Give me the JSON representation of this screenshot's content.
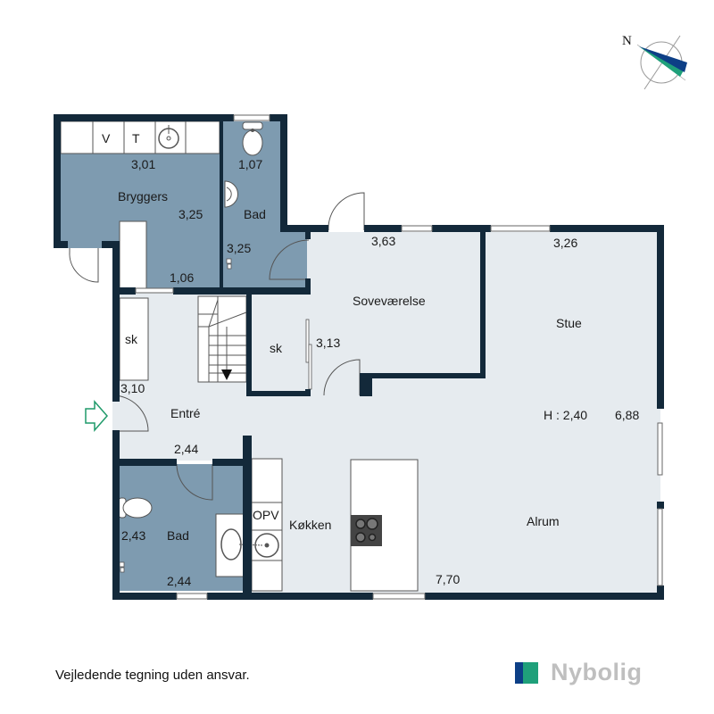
{
  "plan": {
    "colors": {
      "wall": "#13293a",
      "wet_room": "#7e9bb0",
      "dry_room": "#e6ebef",
      "fixture_fill": "#ffffff",
      "line": "#555555",
      "entry_arrow": "#1f9a6a"
    },
    "rooms": [
      {
        "name": "Bryggers",
        "dims": [
          "3,01",
          "3,25",
          "1,06"
        ]
      },
      {
        "name": "Bad",
        "dims": [
          "1,07",
          "3,25"
        ]
      },
      {
        "name": "Soveværelse",
        "dims": [
          "3,63",
          "3,13"
        ]
      },
      {
        "name": "Stue",
        "dims": [
          "3,26",
          "6,88"
        ]
      },
      {
        "name": "Entré",
        "dims": [
          "3,10",
          "2,44"
        ]
      },
      {
        "name": "Bad",
        "dims": [
          "2,43",
          "2,44"
        ]
      },
      {
        "name": "Køkken",
        "dims": []
      },
      {
        "name": "Alrum",
        "dims": [
          "7,70"
        ]
      }
    ],
    "labels": {
      "bryggers": "Bryggers",
      "bryggers_w": "3,01",
      "bryggers_h": "3,25",
      "bryggers_d": "1,06",
      "bad1": "Bad",
      "bad1_w": "1,07",
      "bad1_h": "3,25",
      "sovevaerelse": "Soveværelse",
      "sove_w": "3,63",
      "sove_h": "3,13",
      "stue": "Stue",
      "stue_w": "3,26",
      "height": "H : 2,40",
      "stue_h": "6,88",
      "entre": "Entré",
      "entre_w": "3,10",
      "entre_d": "2,44",
      "bad2": "Bad",
      "bad2_h": "2,43",
      "bad2_w": "2,44",
      "koekken": "Køkken",
      "alrum": "Alrum",
      "alrum_w": "7,70",
      "sk1": "sk",
      "sk2": "sk",
      "opv": "OPV",
      "v": "V",
      "t": "T"
    },
    "compass": {
      "label": "N",
      "needle_dark": "#0d3f86",
      "needle_green": "#1fa07a"
    }
  },
  "footer": {
    "disclaimer": "Vejledende tegning uden ansvar.",
    "brand": "Nybolig",
    "brand_colors": [
      "#0d3f86",
      "#1fa07a"
    ]
  }
}
